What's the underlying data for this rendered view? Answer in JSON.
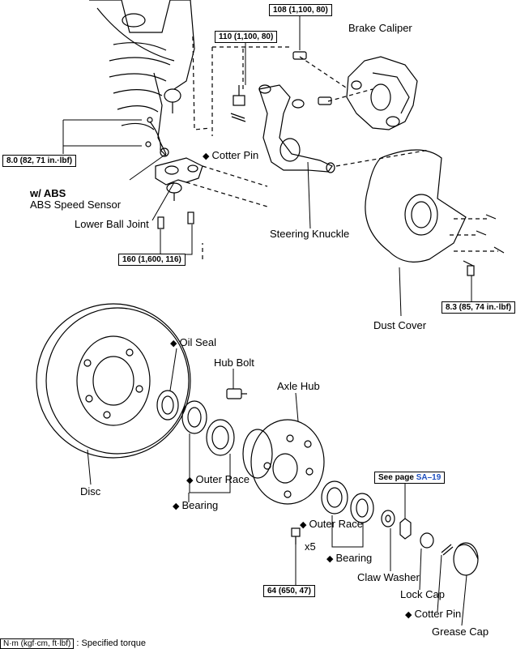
{
  "labels": {
    "brake_caliper": "Brake Caliper",
    "cotter_pin_top": "Cotter Pin",
    "w_abs": "w/  ABS",
    "abs_speed_sensor": "ABS Speed Sensor",
    "lower_ball_joint": "Lower Ball Joint",
    "steering_knuckle": "Steering Knuckle",
    "dust_cover": "Dust Cover",
    "oil_seal": "Oil Seal",
    "hub_bolt": "Hub Bolt",
    "axle_hub": "Axle Hub",
    "disc": "Disc",
    "outer_race_left": "Outer Race",
    "bearing_left": "Bearing",
    "outer_race_right": "Outer Race",
    "bearing_right": "Bearing",
    "x5": "x5",
    "claw_washer": "Claw Washer",
    "lock_cap": "Lock Cap",
    "cotter_pin_bottom": "Cotter Pin",
    "grease_cap": "Grease Cap"
  },
  "torque": {
    "caliper_bolt": "108 (1,100, 80)",
    "knuckle_bolt": "110 (1,100, 80)",
    "sensor_bolt": "8.0 (82, 71 in.·lbf)",
    "ball_joint_bolt": "160 (1,600, 116)",
    "dust_cover_bolt": "8.3 (85, 74 in.·lbf)",
    "hub_bolt_torque": "64 (650, 47)"
  },
  "see_page": {
    "prefix": "See page ",
    "link": "SA–19"
  },
  "legend": {
    "unit": "N·m (kgf·cm, ft·lbf)",
    "meaning": ": Specified torque"
  },
  "symbols": {
    "non_reusable": "◆"
  },
  "colors": {
    "line": "#000000",
    "link": "#1f4fbf"
  }
}
